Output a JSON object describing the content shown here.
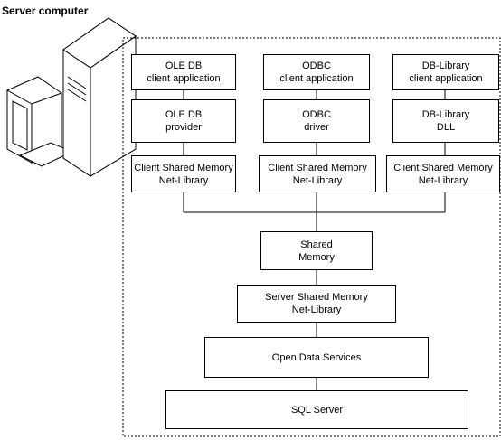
{
  "title": "Server computer",
  "columns": [
    {
      "app": [
        "OLE DB",
        "client application"
      ],
      "provider": [
        "OLE DB",
        "provider"
      ],
      "netlib": [
        "Client Shared Memory",
        "Net-Library"
      ]
    },
    {
      "app": [
        "ODBC",
        "client application"
      ],
      "provider": [
        "ODBC",
        "driver"
      ],
      "netlib": [
        "Client Shared Memory",
        "Net-Library"
      ]
    },
    {
      "app": [
        "DB-Library",
        "client application"
      ],
      "provider": [
        "DB-Library",
        "DLL"
      ],
      "netlib": [
        "Client Shared Memory",
        "Net-Library"
      ]
    }
  ],
  "shared_memory": [
    "Shared",
    "Memory"
  ],
  "server_netlib": [
    "Server Shared Memory",
    "Net-Library"
  ],
  "open_data_services": "Open Data Services",
  "sql_server": "SQL Server"
}
